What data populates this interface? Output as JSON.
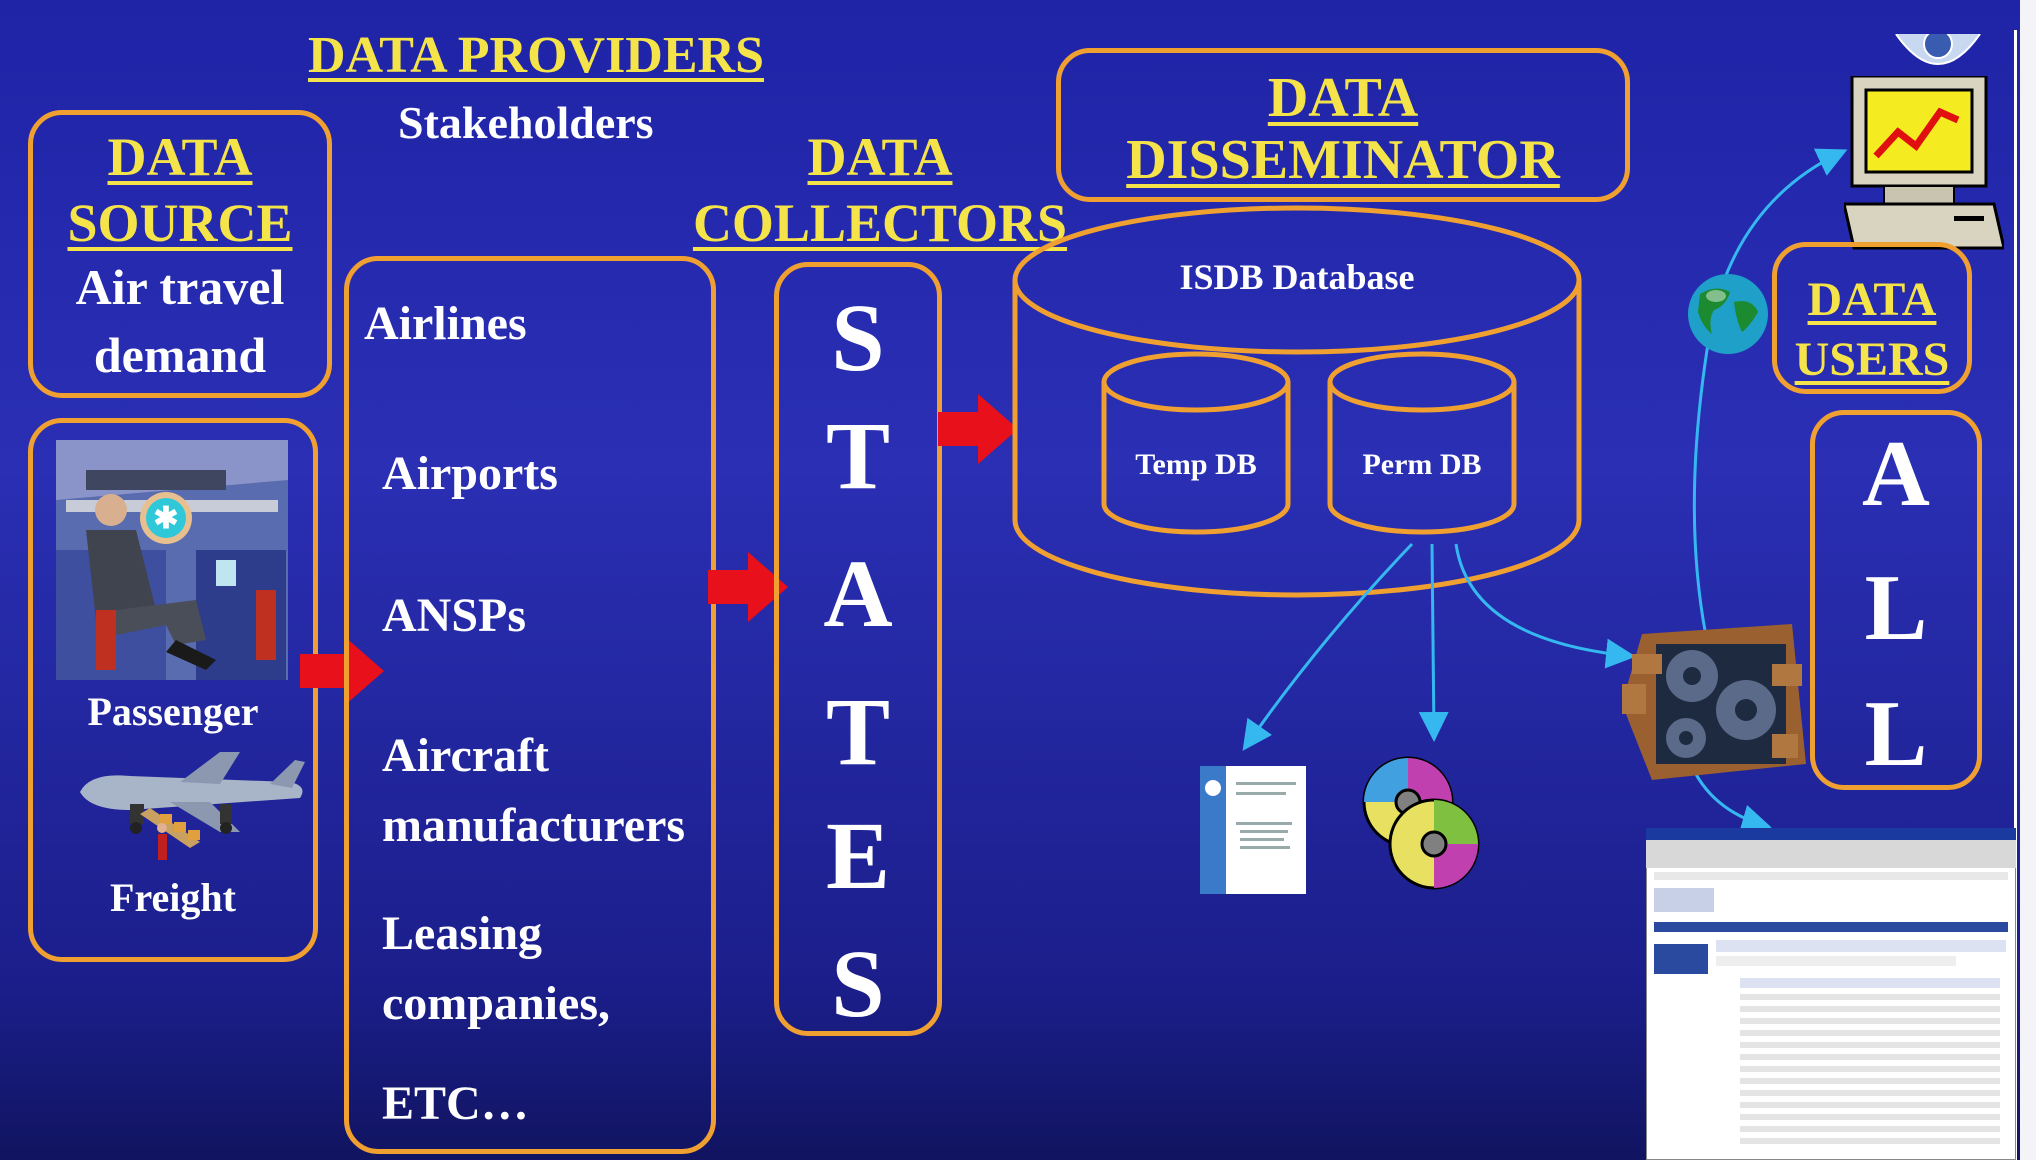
{
  "providers": {
    "title": "DATA PROVIDERS",
    "subtitle": "Stakeholders"
  },
  "source": {
    "title_line1": "DATA",
    "title_line2": "SOURCE",
    "desc_line1": "Air travel",
    "desc_line2": "demand"
  },
  "travel_types": {
    "passenger": "Passenger",
    "freight": "Freight"
  },
  "stakeholders": {
    "airlines": "Airlines",
    "airports": "Airports",
    "ansps": "ANSPs",
    "aircraft_1": "Aircraft",
    "aircraft_2": "manufacturers",
    "leasing_1": "Leasing",
    "leasing_2": "companies,",
    "etc": "ETC…"
  },
  "collectors": {
    "title_line1": "DATA",
    "title_line2": "COLLECTORS",
    "letters": [
      "S",
      "T",
      "A",
      "T",
      "E",
      "S"
    ]
  },
  "disseminator": {
    "title_line1": "DATA",
    "title_line2": "DISSEMINATOR"
  },
  "database": {
    "name": "ISDB Database",
    "temp": "Temp DB",
    "perm": "Perm DB"
  },
  "users": {
    "title_line1": "DATA",
    "title_line2": "USERS",
    "letters": [
      "A",
      "L",
      "L"
    ]
  },
  "colors": {
    "background": "#2529a8",
    "frame": "#f0a030",
    "heading": "#f5e34a",
    "arrow": "#e8101a",
    "connector": "#35b8f0"
  }
}
